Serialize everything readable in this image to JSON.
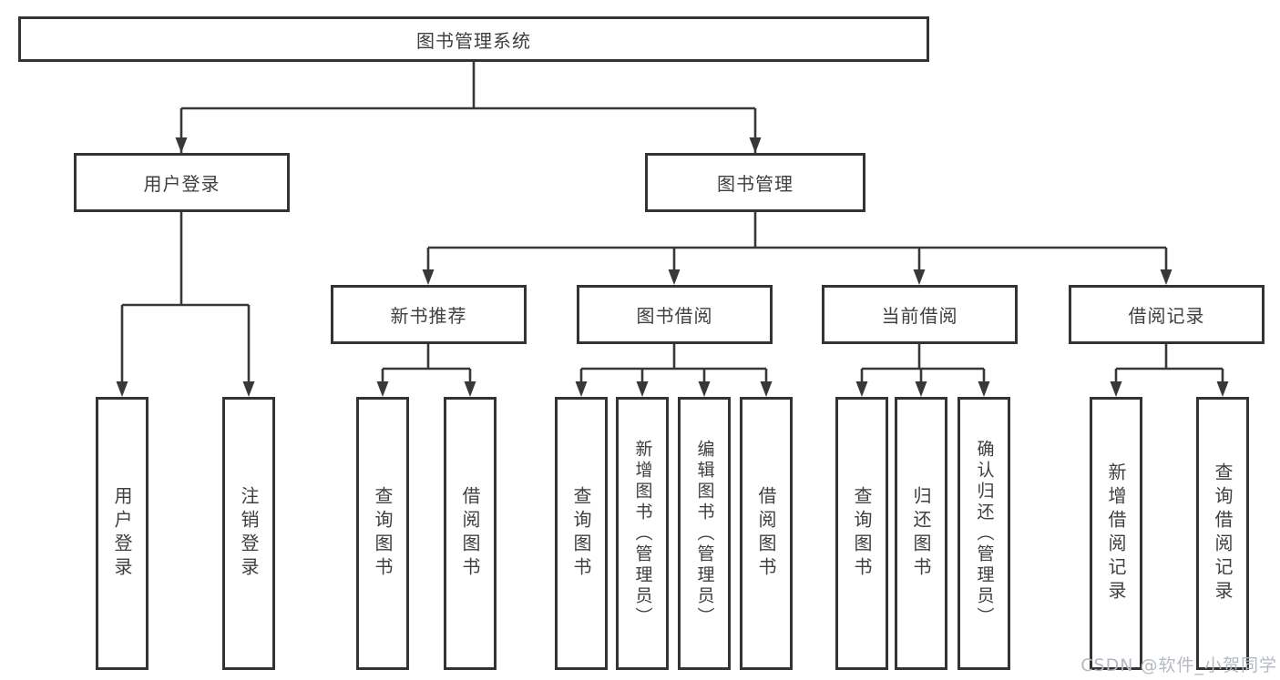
{
  "diagram": {
    "root": {
      "label": "图书管理系统"
    },
    "level2": [
      {
        "label": "用户登录",
        "children": [
          {
            "label": "用户登录"
          },
          {
            "label": "注销登录"
          }
        ]
      },
      {
        "label": "图书管理",
        "children": [
          {
            "label": "新书推荐",
            "children": [
              {
                "label": "查询图书"
              },
              {
                "label": "借阅图书"
              }
            ]
          },
          {
            "label": "图书借阅",
            "children": [
              {
                "label": "查询图书"
              },
              {
                "label": "新增图书（管理员）"
              },
              {
                "label": "编辑图书（管理员）"
              },
              {
                "label": "借阅图书"
              }
            ]
          },
          {
            "label": "当前借阅",
            "children": [
              {
                "label": "查询图书"
              },
              {
                "label": "归还图书"
              },
              {
                "label": "确认归还（管理员）"
              }
            ]
          },
          {
            "label": "借阅记录",
            "children": [
              {
                "label": "新增借阅记录"
              },
              {
                "label": "查询借阅记录"
              }
            ]
          }
        ]
      }
    ]
  },
  "watermark": {
    "text": "CSDN @软件_小贺同学"
  },
  "colors": {
    "line": "#383838",
    "box_border": "#333333",
    "text": "#3f3f3f",
    "watermark": "#b5b9c1",
    "background": "#ffffff"
  }
}
